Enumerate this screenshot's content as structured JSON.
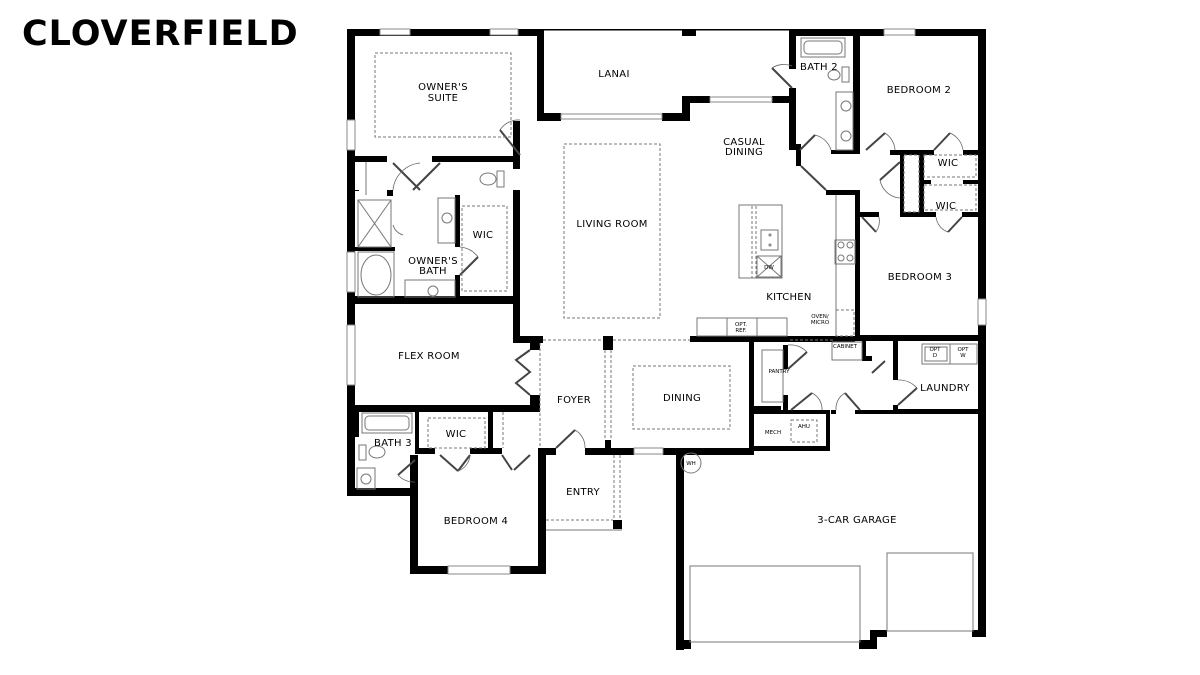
{
  "plan": {
    "title": "CLOVERFIELD"
  },
  "rooms": {
    "owners_suite": [
      "OWNER'S",
      "SUITE"
    ],
    "lanai": "LANAI",
    "bath2": "BATH 2",
    "bedroom2": "BEDROOM 2",
    "casual_dining": [
      "CASUAL",
      "DINING"
    ],
    "wic_bed2": "WIC",
    "wic_bed3": "WIC",
    "living_room": "LIVING ROOM",
    "wic_owner": "WIC",
    "owners_bath": [
      "OWNER'S",
      "BATH"
    ],
    "bedroom3": "BEDROOM 3",
    "kitchen": "KITCHEN",
    "flex_room": "FLEX ROOM",
    "foyer": "FOYER",
    "dining": "DINING",
    "pantry": "PANTRY",
    "laundry": "LAUNDRY",
    "mech": "MECH",
    "bath3": "BATH 3",
    "wic_bed4": "WIC",
    "entry": "ENTRY",
    "bedroom4": "BEDROOM 4",
    "garage": "3-CAR GARAGE"
  },
  "fixtures": {
    "dw": "DW",
    "opt_ref": [
      "OPT.",
      "REF."
    ],
    "oven_micro": [
      "OVEN/",
      "MICRO"
    ],
    "cabinet": "CABINET",
    "opt_d": [
      "OPT",
      "D"
    ],
    "opt_w": [
      "OPT",
      "W"
    ],
    "ahu": "AHU",
    "wh": "WH"
  },
  "colors": {
    "wall": "#000000",
    "background": "#ffffff",
    "fixture_line": "#777777"
  }
}
